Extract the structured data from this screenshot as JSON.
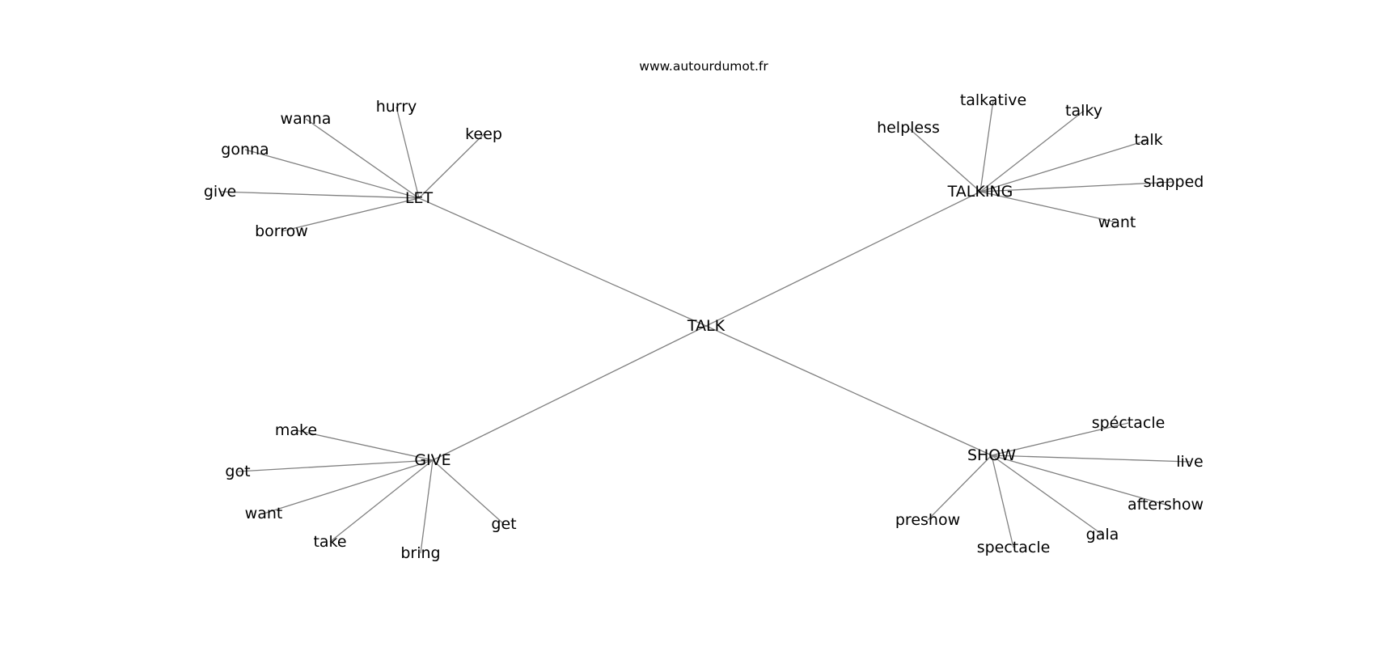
{
  "header": {
    "source": "www.autourdumot.fr"
  },
  "diagram": {
    "style": {
      "edge_color": "#808080",
      "text_color": "#000000",
      "background": "#ffffff"
    },
    "root": "TALK",
    "hubs": [
      {
        "label": "LET",
        "leaves": [
          "hurry",
          "wanna",
          "keep",
          "gonna",
          "give",
          "borrow"
        ]
      },
      {
        "label": "TALKING",
        "leaves": [
          "talkative",
          "talky",
          "helpless",
          "talk",
          "slapped",
          "want"
        ]
      },
      {
        "label": "GIVE",
        "leaves": [
          "make",
          "got",
          "want",
          "take",
          "bring",
          "get"
        ]
      },
      {
        "label": "SHOW",
        "leaves": [
          "spéctacle",
          "live",
          "aftershow",
          "preshow",
          "gala",
          "spectacle"
        ]
      }
    ]
  }
}
